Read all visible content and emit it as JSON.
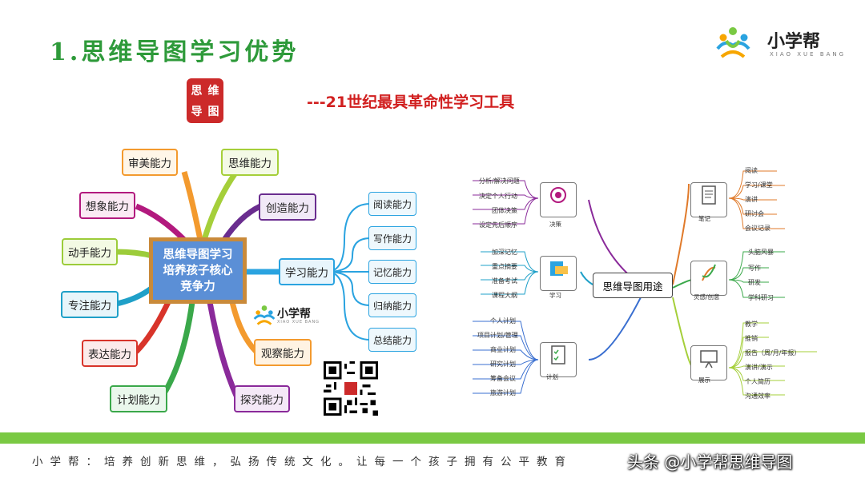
{
  "title": "1.思维导图学习优势",
  "subtitle": "---21世纪最具革命性学习工具",
  "brand": {
    "name": "小学帮",
    "pinyin": "XIAO XUE BANG"
  },
  "seal": {
    "chars": [
      "思",
      "维",
      "导",
      "图"
    ]
  },
  "left_map": {
    "center_lines": [
      "思维导图学习",
      "培养孩子核心",
      "竞争力"
    ],
    "nodes": {
      "aesthetic": "审美能力",
      "thinking": "思维能力",
      "imagination": "想象能力",
      "creativity": "创造能力",
      "hands_on": "动手能力",
      "learning": "学习能力",
      "focus": "专注能力",
      "expression": "表达能力",
      "observation": "观察能力",
      "planning": "计划能力",
      "exploration": "探究能力",
      "reading": "阅读能力",
      "writing": "写作能力",
      "memory": "记忆能力",
      "induction": "归纳能力",
      "summary": "总结能力"
    },
    "logo_text": "小学帮",
    "logo_sub": "XIAO XUE BANG"
  },
  "right_map": {
    "center": "思维导图用途",
    "decision": {
      "label": "决策",
      "header": "分析/解决问题",
      "items": [
        "决定个人行动",
        "团体决策",
        "设定先后顺序"
      ]
    },
    "study": {
      "label": "学习",
      "header": "加深记忆",
      "items": [
        "重点摘要",
        "准备考试",
        "课程大纲"
      ]
    },
    "plan": {
      "label": "计划",
      "items": [
        "个人计划",
        "项目计划/管理",
        "商业计划",
        "研究计划",
        "筹备会议",
        "旅游计划"
      ]
    },
    "notes": {
      "label": "笔记",
      "items": [
        "阅读",
        "学习/课堂",
        "演讲",
        "研讨会",
        "会议记录"
      ]
    },
    "creative": {
      "label": "灵感/创意",
      "header": "头脑风暴",
      "items": [
        "写作",
        "研发",
        "学科研习"
      ]
    },
    "present": {
      "label": "展示",
      "items": [
        "教学",
        "推销",
        "报告（周/月/年报）",
        "演讲/演示",
        "个人简历",
        "沟通效率"
      ]
    }
  },
  "footer": "小学帮：培养创新思维，弘扬传统文化。让每一个孩子拥有公平教育",
  "watermark": "头条 @小学帮思维导图",
  "colors": {
    "title_green": "#2e9a3a",
    "subtitle_red": "#d11f1f",
    "bar_green": "#7ac943",
    "center_blue": "#5b8fd6",
    "center_border": "#c98a3a"
  }
}
